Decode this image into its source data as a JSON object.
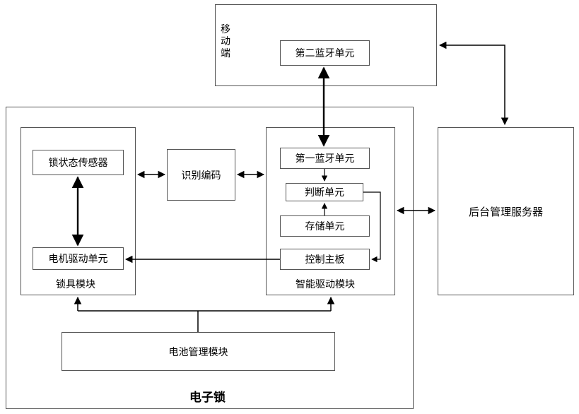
{
  "mobile": {
    "title": "移动端",
    "bt2": "第二蓝牙单元"
  },
  "server": {
    "label": "后台管理服务器"
  },
  "lock": {
    "title": "电子锁",
    "lock_module": {
      "title": "锁具模块",
      "sensor": "锁状态传感器",
      "motor": "电机驱动单元"
    },
    "id_code": "识别编码",
    "smart_module": {
      "title": "智能驱动模块",
      "bt1": "第一蓝牙单元",
      "judge": "判断单元",
      "storage": "存储单元",
      "main_board": "控制主板"
    },
    "battery": "电池管理模块"
  }
}
